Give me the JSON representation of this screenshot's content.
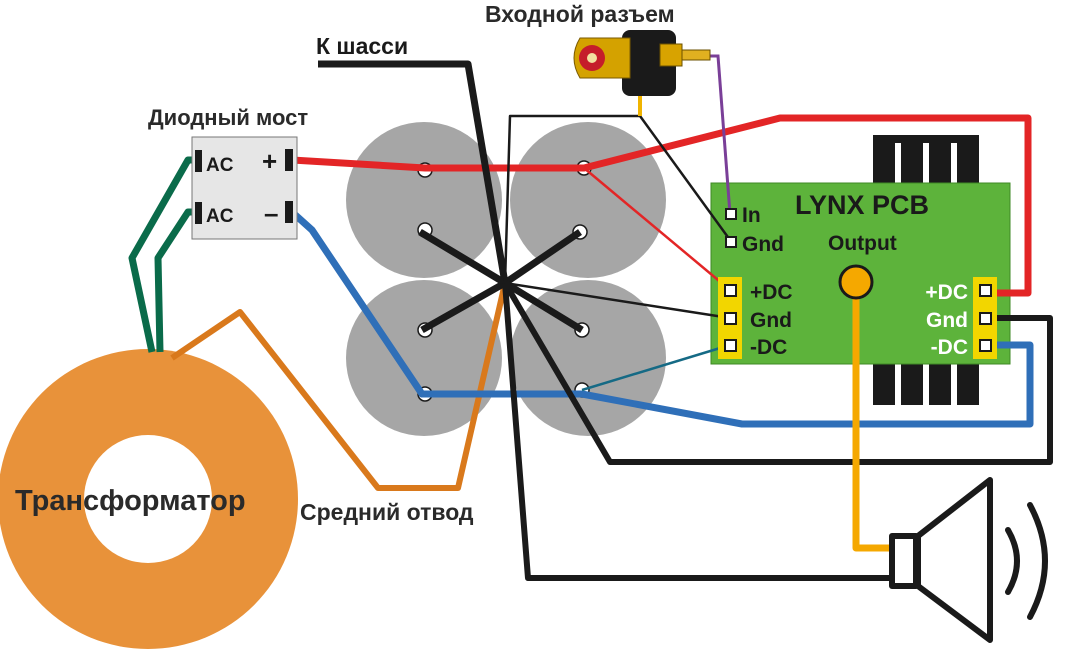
{
  "labels": {
    "input_jack": "Входной разъем",
    "chassis": "К шасси",
    "diode_bridge": "Диодный мост",
    "center_tap": "Средний отвод",
    "transformer": "Трансформатор"
  },
  "bridge": {
    "ac1": "AC",
    "ac2": "AC",
    "plus": "+",
    "minus": "–"
  },
  "pcb": {
    "title": "LYNX PCB",
    "in": "In",
    "gnd_in": "Gnd",
    "output": "Output",
    "left_pins": [
      "+DC",
      "Gnd",
      "-DC"
    ],
    "right_pins": [
      "+DC",
      "Gnd",
      "-DC"
    ]
  },
  "colors": {
    "plus_wire": "#e32526",
    "minus_wire": "#2f6fb8",
    "ground_wire": "#1a1a1a",
    "ac_wire": "#0a6b4a",
    "center_tap_wire": "#d9791c",
    "signal_wire": "#7a3f98",
    "output_wire": "#f5a800",
    "pcb": "#5db33b",
    "transformer": "#e8923a",
    "capacitor": "#a6a6a6"
  }
}
